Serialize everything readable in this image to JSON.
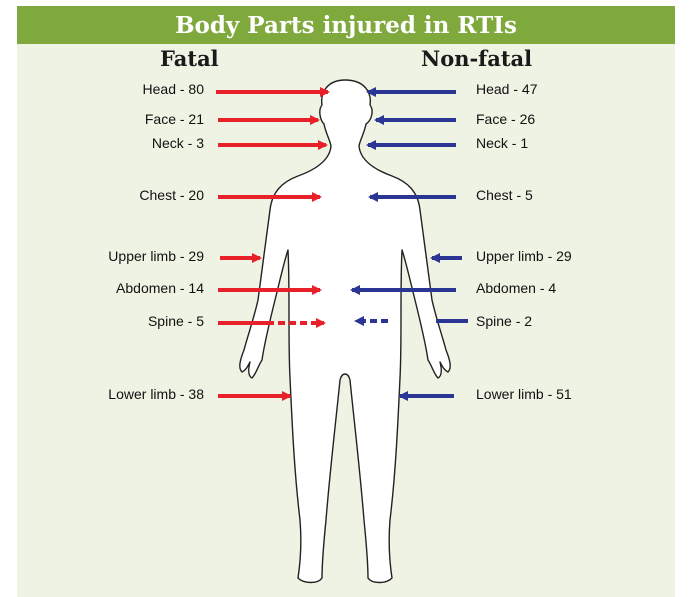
{
  "title": "Body Parts injured in RTIs",
  "columns": {
    "fatal": "Fatal",
    "non_fatal": "Non-fatal"
  },
  "colors": {
    "header": "#7fa93d",
    "background": "#eef3e3",
    "fatal_arrow": "#e8202a",
    "non_fatal_arrow": "#2b3593",
    "body_outline": "#222222"
  },
  "fatal": [
    {
      "label": "Head - 80"
    },
    {
      "label": "Face - 21"
    },
    {
      "label": "Neck - 3"
    },
    {
      "label": "Chest - 20"
    },
    {
      "label": "Upper limb - 29"
    },
    {
      "label": "Abdomen - 14"
    },
    {
      "label": "Spine - 5"
    },
    {
      "label": "Lower limb - 38"
    }
  ],
  "non_fatal": [
    {
      "label": "Head - 47"
    },
    {
      "label": "Face - 26"
    },
    {
      "label": "Neck - 1"
    },
    {
      "label": "Chest - 5"
    },
    {
      "label": "Upper limb - 29"
    },
    {
      "label": "Abdomen - 4"
    },
    {
      "label": "Spine - 2"
    },
    {
      "label": "Lower limb - 51"
    }
  ]
}
